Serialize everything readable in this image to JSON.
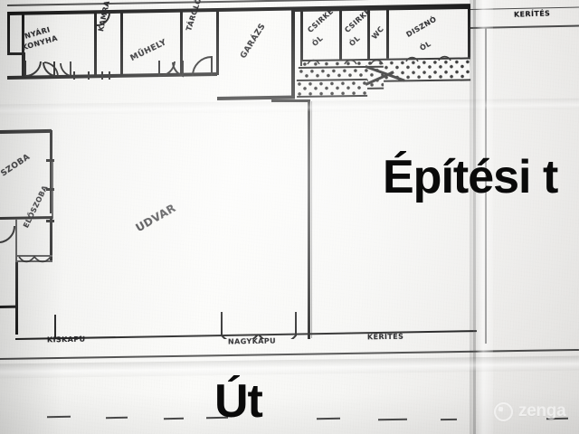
{
  "image": {
    "kind": "photo-of-hand-drawn-site-plan",
    "language": "hu"
  },
  "overlay": {
    "title_text": "Építési t",
    "road_label": "Út"
  },
  "watermark": {
    "brand": "zenga",
    "icon": "camera-aperture-icon"
  },
  "plan": {
    "top_row_rooms": [
      {
        "id": "nyari-konyha",
        "label": "NYÁRI\nKONYHA"
      },
      {
        "id": "kamra",
        "label": "KAMRA"
      },
      {
        "id": "muhely",
        "label": "MŰHELY"
      },
      {
        "id": "tarolo",
        "label": "TÁROLÓ"
      },
      {
        "id": "garazs",
        "label": "GARÁZS"
      }
    ],
    "outbuildings": [
      {
        "id": "csirke-ol-1",
        "label_line1": "CSIRKE",
        "label_line2": "ÓL"
      },
      {
        "id": "csirke-ol-2",
        "label_line1": "CSIRKE",
        "label_line2": "ÓL"
      },
      {
        "id": "wc",
        "label_line1": "WC",
        "label_line2": ""
      },
      {
        "id": "diszno-ol",
        "label_line1": "DISZNÓ",
        "label_line2": "ÓL"
      }
    ],
    "house_rooms": [
      {
        "id": "szoba",
        "label": "SZOBA"
      },
      {
        "id": "eloszoba",
        "label": "ELŐSZOBA"
      }
    ],
    "yard": {
      "id": "udvar",
      "label": "UDVAR"
    },
    "gates": [
      {
        "id": "kiskapu",
        "label": "KISKAPU"
      },
      {
        "id": "nagykapu",
        "label": "NAGYKAPU"
      }
    ],
    "fences": [
      {
        "id": "kerites-right",
        "label": "KERÍTÉS"
      },
      {
        "id": "kerites-bottom",
        "label": "KERÍTÉS"
      }
    ]
  },
  "colors": {
    "ink": "#1a1a1a",
    "paper": "#f4f4f2",
    "overlay_text": "#0a0a0a",
    "watermark": "#ffffff"
  }
}
